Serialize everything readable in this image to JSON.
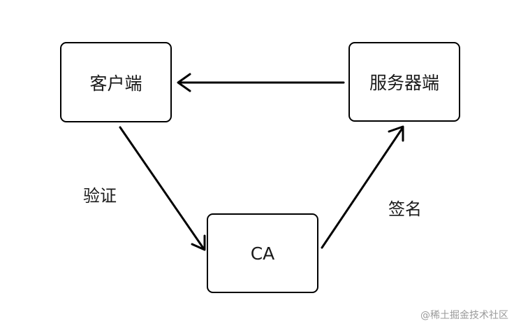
{
  "nodes": {
    "client": "客户端",
    "server": "服务器端",
    "ca": "CA"
  },
  "edges": {
    "verify_label": "验证",
    "sign_label": "签名"
  },
  "watermark": "@稀土掘金技术社区",
  "colors": {
    "stroke": "#000000",
    "text": "#1a1a1a",
    "watermark": "#9a9a9a"
  }
}
